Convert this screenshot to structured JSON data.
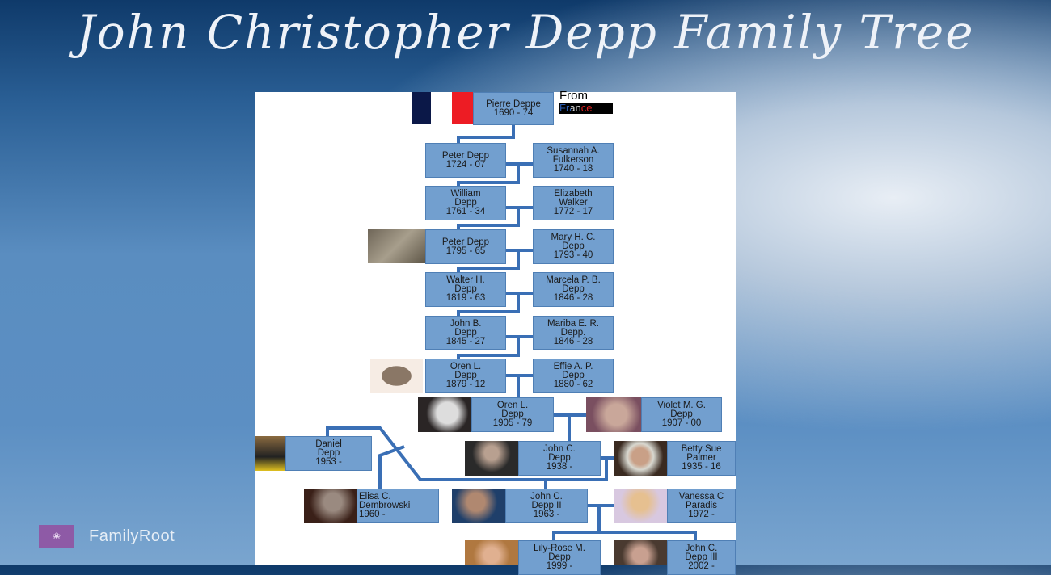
{
  "title": "John Christopher Depp Family Tree",
  "origin": {
    "from_label": "From",
    "country": "France",
    "flag_colors": [
      "#0b1848",
      "#ffffff",
      "#ed1c24"
    ]
  },
  "colors": {
    "box": "#729fcf",
    "connector": "#3a6fb5"
  },
  "people": {
    "pierre": {
      "name": "Pierre Deppe",
      "years": "1690 - 74"
    },
    "peter1": {
      "name": "Peter Depp",
      "years": "1724 - 07"
    },
    "susannah": {
      "name": "Susannah A. Fulkerson",
      "years": "1740 - 18"
    },
    "william": {
      "name": "William Depp",
      "years": "1761 - 34"
    },
    "elizabeth": {
      "name": "Elizabeth Walker",
      "years": "1772 - 17"
    },
    "peter2": {
      "name": "Peter Depp",
      "years": "1795 - 65"
    },
    "mary": {
      "name": "Mary H. C. Depp",
      "years": "1793 - 40"
    },
    "walter": {
      "name": "Walter H. Depp",
      "years": "1819 - 63"
    },
    "marcela": {
      "name": "Marcela P. B. Depp",
      "years": "1846 - 28"
    },
    "johnb": {
      "name": "John B. Depp",
      "years": "1845 - 27"
    },
    "mariba": {
      "name": "Mariba E. R. Depp.",
      "years": "1846 - 28"
    },
    "oren1": {
      "name": "Oren L. Depp",
      "years": "1879 - 12"
    },
    "effie": {
      "name": "Effie A. P. Depp",
      "years": "1880 - 62"
    },
    "oren2": {
      "name": "Oren L. Depp",
      "years": "1905 - 79"
    },
    "violet": {
      "name": "Violet M. G. Depp",
      "years": "1907 - 00"
    },
    "daniel": {
      "name": "Daniel Depp",
      "years": "1953 -"
    },
    "johnc": {
      "name": "John C. Depp",
      "years": "1938 -"
    },
    "betty": {
      "name": "Betty Sue Palmer",
      "years": "1935 - 16"
    },
    "elisa": {
      "name": "Elisa C. Dembrowski",
      "years": "1960 -"
    },
    "johnc2": {
      "name": "John C. Depp II",
      "years": "1963 -"
    },
    "vanessa": {
      "name": "Vanessa C Paradis",
      "years": "1972 -"
    },
    "lilyrose": {
      "name": "Lily-Rose M. Depp",
      "years": "1999 -"
    },
    "johnc3": {
      "name": "John C. Depp III",
      "years": "2002 -"
    }
  },
  "brand": {
    "name": "FamilyRoot",
    "logo_icon": "tree-icon"
  }
}
